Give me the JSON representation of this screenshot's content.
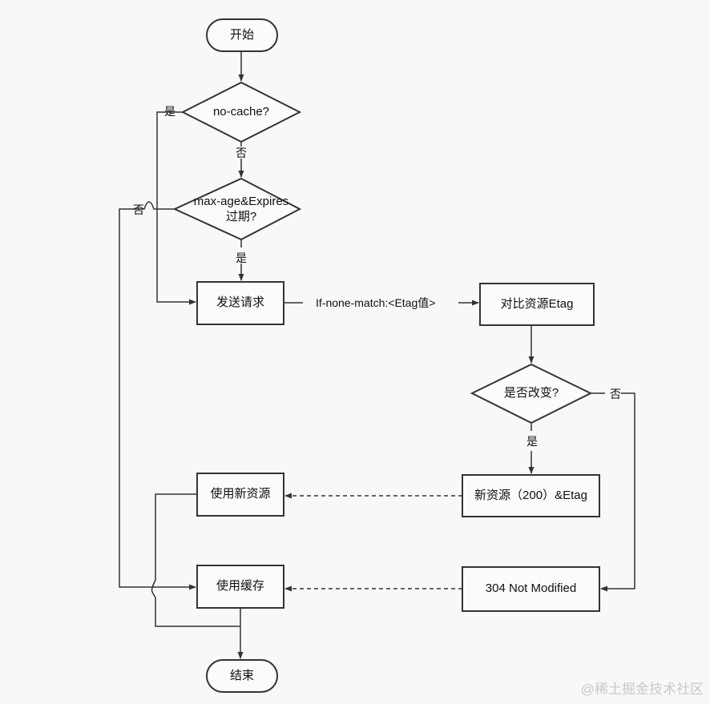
{
  "diagram": {
    "nodes": {
      "start": "开始",
      "no_cache": "no-cache?",
      "max_age": "max-age&Expires\n过期?",
      "send_request": "发送请求",
      "compare_etag": "对比资源Etag",
      "changed": "是否改变?",
      "new_resource": "新资源（200）&Etag",
      "use_new_resource": "使用新资源",
      "not_modified": "304 Not Modified",
      "use_cache": "使用缓存",
      "end": "结束"
    },
    "labels": {
      "yes_no_cache": "是",
      "no_no_cache": "否",
      "no_max_age": "否",
      "yes_max_age": "是",
      "request_header": "If-none-match:<Etag值>",
      "no_changed": "否",
      "yes_changed": "是"
    },
    "watermark": "@稀土掘金技术社区"
  }
}
